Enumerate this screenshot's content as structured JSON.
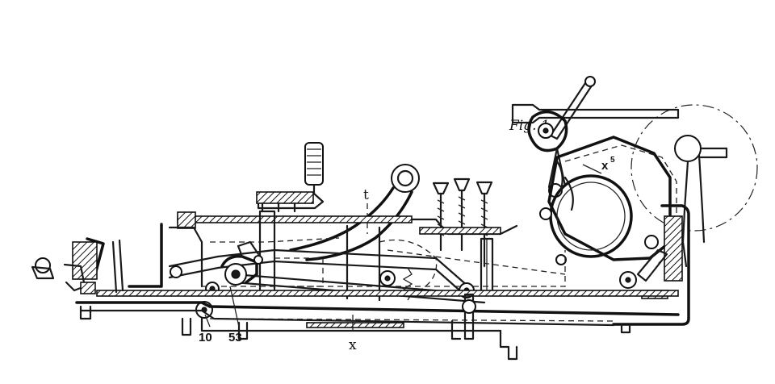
{
  "figure": {
    "title": "Fig. 1.",
    "labels": {
      "t": "t",
      "x5_base": "x",
      "x5_sup": "5",
      "ref_10": "10",
      "ref_53": "53",
      "x": "x"
    }
  }
}
